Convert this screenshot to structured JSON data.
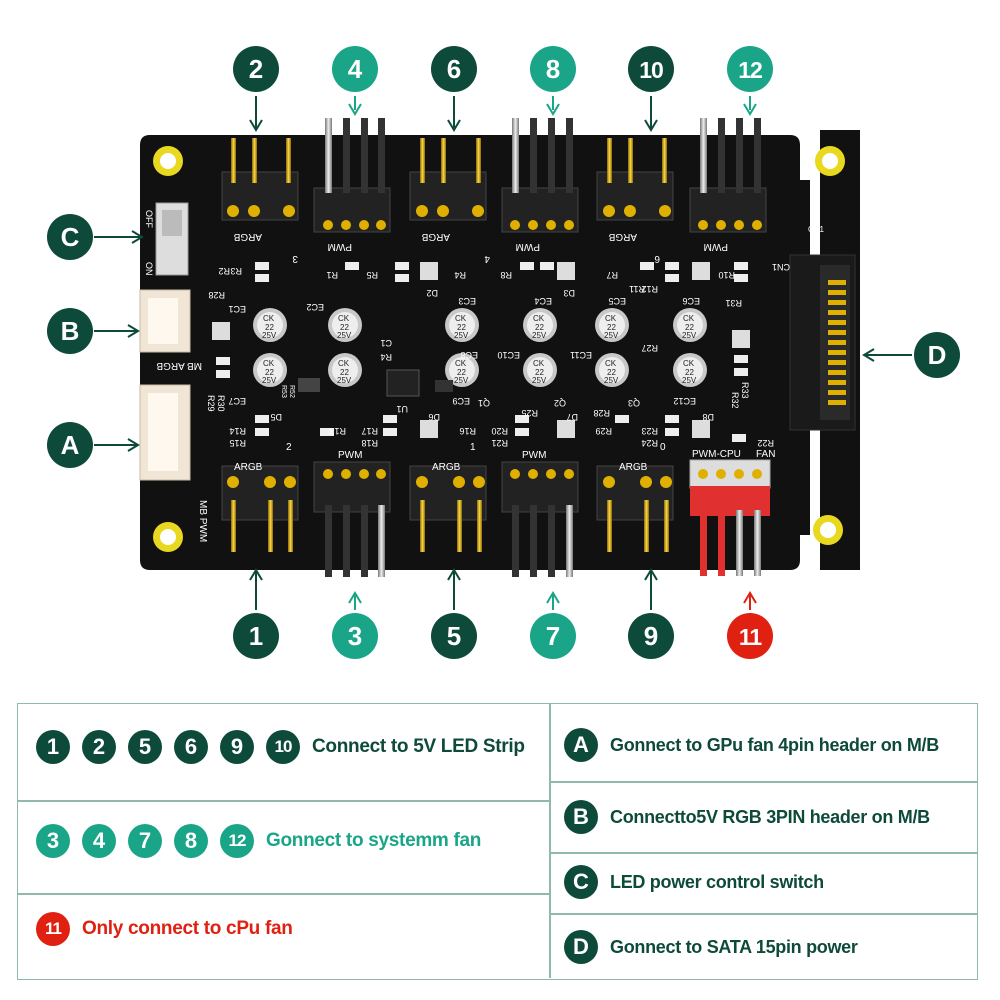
{
  "colors": {
    "dark_green": "#0e4a3a",
    "teal": "#1aa589",
    "red": "#e02010",
    "board": "#111111",
    "mount_ring": "#e8d820",
    "pin_gold": "#e0b000"
  },
  "switch": {
    "off": "OFF",
    "on": "ON"
  },
  "board": {
    "header_labels": [
      "ARGB",
      "PWM",
      "ARGB",
      "PWM",
      "ARGB",
      "PWM",
      "ARGB",
      "PWM",
      "ARGB",
      "PWM",
      "ARGB",
      "PWM-CPU",
      "FAN",
      "MB ARGB",
      "MB PWM",
      "CN1",
      "CN1"
    ],
    "silk_numbers": [
      "3",
      "4",
      "6",
      "2",
      "1",
      "0"
    ],
    "components": [
      "R2",
      "R3",
      "R28",
      "EC1",
      "R1",
      "R5",
      "D2",
      "R4",
      "R8",
      "D3",
      "R7",
      "R11",
      "R12",
      "R10",
      "R31",
      "EC2",
      "EC3",
      "EC4",
      "EC5",
      "EC6",
      "C1",
      "R4",
      "EC10",
      "EC11",
      "R27",
      "EC7",
      "EC8",
      "U1",
      "EC9",
      "Q1",
      "Q2",
      "Q3",
      "EC12",
      "R30",
      "R29",
      "R33",
      "R32",
      "R53",
      "R52",
      "R14",
      "R15",
      "D5",
      "R13",
      "R17",
      "R18",
      "D6",
      "R16",
      "R20",
      "R21",
      "R25",
      "D7",
      "R28",
      "R29",
      "R23",
      "R24",
      "D8",
      "R22"
    ],
    "capacitor_text": [
      "CK",
      "22",
      "25V"
    ]
  },
  "callouts": {
    "top": [
      {
        "label": "2",
        "style": "dark"
      },
      {
        "label": "4",
        "style": "teal"
      },
      {
        "label": "6",
        "style": "dark"
      },
      {
        "label": "8",
        "style": "teal"
      },
      {
        "label": "10",
        "style": "dark"
      },
      {
        "label": "12",
        "style": "teal"
      }
    ],
    "bottom": [
      {
        "label": "1",
        "style": "dark"
      },
      {
        "label": "3",
        "style": "teal"
      },
      {
        "label": "5",
        "style": "dark"
      },
      {
        "label": "7",
        "style": "teal"
      },
      {
        "label": "9",
        "style": "dark"
      },
      {
        "label": "11",
        "style": "red"
      }
    ],
    "left": [
      {
        "label": "C"
      },
      {
        "label": "B"
      },
      {
        "label": "A"
      }
    ],
    "right": [
      {
        "label": "D"
      }
    ]
  },
  "legend": {
    "row1": {
      "badges": [
        "1",
        "2",
        "5",
        "6",
        "9",
        "10"
      ],
      "text": "Connect to 5V LED Strip"
    },
    "row2": {
      "badges": [
        "3",
        "4",
        "7",
        "8",
        "12"
      ],
      "text": "Gonnect to systemm fan"
    },
    "row3": {
      "badges": [
        "11"
      ],
      "text": "Only connect to cPu fan"
    },
    "A": {
      "badge": "A",
      "text": "Gonnect to GPu fan 4pin header on M/B"
    },
    "B": {
      "badge": "B",
      "text": "Connectto5V RGB 3PIN header on M/B"
    },
    "C": {
      "badge": "C",
      "text": "LED power control switch"
    },
    "D": {
      "badge": "D",
      "text": "Gonnect to SATA 15pin power"
    }
  }
}
